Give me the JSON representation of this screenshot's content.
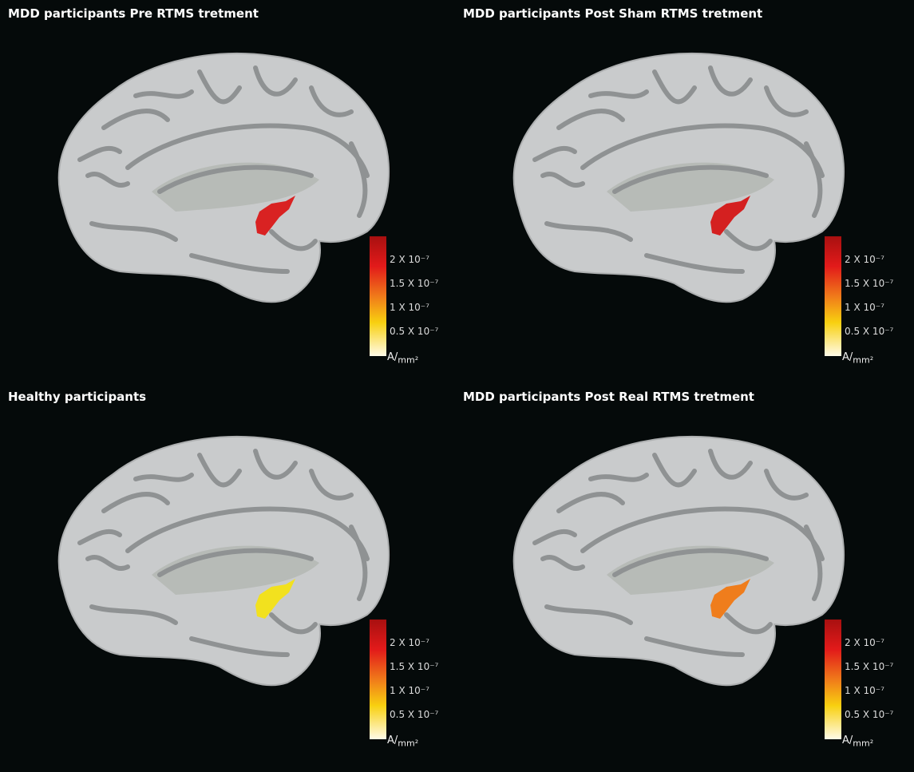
{
  "panels": [
    {
      "title": "MDD participants Pre RTMS tretment",
      "blob_color": "#d92222"
    },
    {
      "title": "MDD participants Post Sham RTMS tretment",
      "blob_color": "#d42020"
    },
    {
      "title": "Healthy participants",
      "blob_color": "#f2e11e"
    },
    {
      "title": "MDD participants Post Real RTMS tretment",
      "blob_color": "#ef7d1c"
    }
  ],
  "colorbar": {
    "ticks": [
      "2 X 10⁻⁷",
      "1.5 X 10⁻⁷",
      "1 X 10⁻⁷",
      "0.5 X 10⁻⁷"
    ],
    "unit_num": "A",
    "unit_den": "mm²"
  }
}
